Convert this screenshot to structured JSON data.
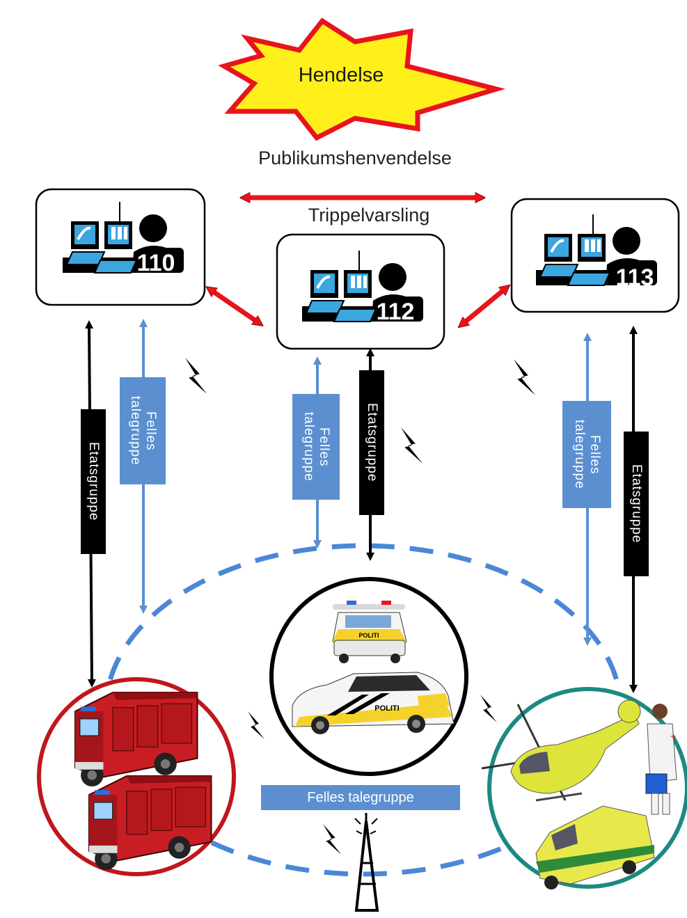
{
  "event": {
    "label": "Hendelse"
  },
  "public_contact": {
    "label": "Publikumshenvendelse"
  },
  "triple_alert": {
    "label": "Trippelvarsling"
  },
  "centrals": [
    {
      "number": "110"
    },
    {
      "number": "112"
    },
    {
      "number": "113"
    }
  ],
  "links": {
    "agency_group": "Etatsgruppe",
    "common_group_stacked": "Felles\ntalegruppe",
    "common_group": "Felles talegruppe"
  },
  "vehicle_text": {
    "police": "POLITI"
  },
  "colors": {
    "star_fill": "#ffef1a",
    "star_stroke": "#e8141b",
    "alert_arrow": "#e8141b",
    "radio_blue": "#5b8fd0",
    "fire_ring": "#c0161c",
    "police_ring": "#000000",
    "health_ring": "#1c8a80",
    "dash_circle": "#4a87d6"
  }
}
